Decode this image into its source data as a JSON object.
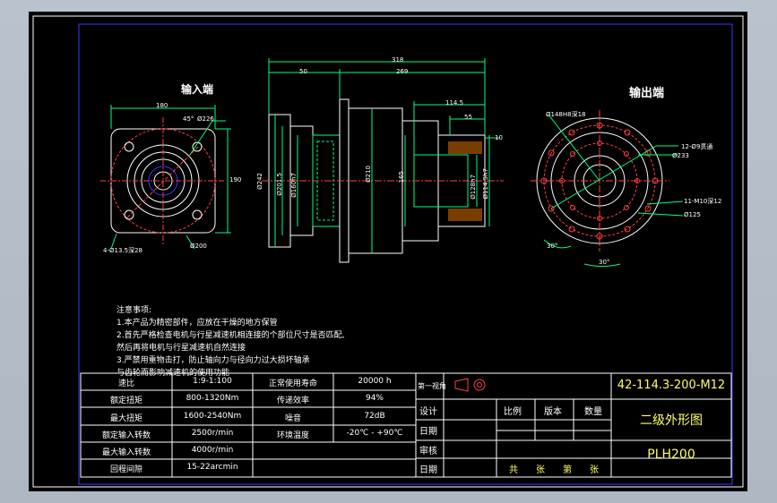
{
  "views": {
    "input_label": "输入端",
    "output_label": "输出端"
  },
  "dims": {
    "d180": "180",
    "d45": "45°",
    "d226": "Ø226",
    "d190": "190",
    "d200": "Ø200",
    "d4m": "4-Ø13.5深28",
    "d318": "318",
    "d50": "50",
    "d269": "269",
    "d1145": "114.5",
    "d55": "55",
    "d10": "10",
    "d242": "Ø242",
    "d2015": "Ø201.5",
    "d160": "Ø160h7",
    "d210": "Ø210",
    "d165": "165",
    "d1285": "Ø128h7",
    "d1145b": "Ø114.5h7",
    "d_out1": "Ø148H8深18",
    "d_out2": "12-Ø9贯通",
    "d_out3": "Ø233",
    "d_out4": "11-M10深12",
    "d_out5": "Ø125",
    "d30a": "30°",
    "d30b": "30°"
  },
  "notes": [
    "注意事项:",
    "1.本产品为精密部件，应放在干燥的地方保管",
    "2.首先严格检查电机与行星减速机相连接的个部位尺寸是否匹配,",
    "然后再将电机与行星减速机自然连接",
    "3.严禁用重物击打，防止轴向力与径向力过大损坏轴承",
    "与齿轮而影响减速机的使用功能"
  ],
  "spec_table": [
    [
      "速比",
      "1:9-1:100",
      "正常使用寿命",
      "20000 h"
    ],
    [
      "额定扭矩",
      "800-1320Nm",
      "传递效率",
      "94%"
    ],
    [
      "最大扭矩",
      "1600-2540Nm",
      "噪音",
      "72dB"
    ],
    [
      "额定输入转数",
      "2500r/min",
      "环境温度",
      "-20℃ - +90℃"
    ],
    [
      "最大输入转数",
      "4000r/min",
      "",
      ""
    ],
    [
      "回程间隙",
      "15-22arcmin",
      "",
      ""
    ]
  ],
  "title_block": {
    "projection": "第一视角",
    "code": "42-114.3-200-M12",
    "design": "设计",
    "scale": "比例",
    "version": "版本",
    "qty": "数量",
    "date1": "日期",
    "name": "二级外形图",
    "review": "审核",
    "date2": "日期",
    "sheets": "共　　张　　第　　张",
    "model": "PLH200"
  }
}
